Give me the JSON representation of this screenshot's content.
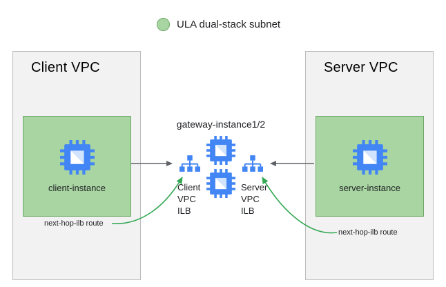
{
  "legend": {
    "label": "ULA dual-stack subnet"
  },
  "client_vpc": {
    "title": "Client VPC",
    "instance_label": "client-instance",
    "route_label": "next-hop-ilb route"
  },
  "server_vpc": {
    "title": "Server VPC",
    "instance_label": "server-instance",
    "route_label": "next-hop-ilb route"
  },
  "gateway": {
    "label": "gateway-instance1/2"
  },
  "client_ilb": {
    "lines": [
      "Client",
      "VPC",
      "ILB"
    ]
  },
  "server_ilb": {
    "lines": [
      "Server",
      "VPC",
      "ILB"
    ]
  },
  "icons": {
    "compute_instance": "compute-engine-chip-icon",
    "load_balancer": "load-balancer-icon"
  },
  "colors": {
    "subnet_fill": "#A8D5A2",
    "subnet_border": "#6CA865",
    "vpc_fill": "#F2F2F2",
    "vpc_border": "#BDBDBD",
    "icon_blue": "#4285F4",
    "icon_blue_light": "#D2E3FC",
    "line_gray": "#5F6368",
    "arrow_green": "#34A853"
  }
}
